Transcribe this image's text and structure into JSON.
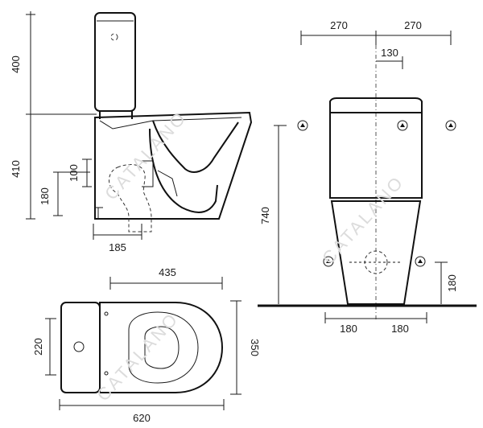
{
  "dimensions": {
    "side_tank_height": "400",
    "side_bowl_height": "410",
    "side_inlet_100": "100",
    "side_outlet_180": "180",
    "side_outlet_185": "185",
    "front_half_left": "270",
    "front_half_right": "270",
    "front_offset": "130",
    "front_total_height": "740",
    "front_outlet_height": "180",
    "front_base_left": "180",
    "front_base_right": "180",
    "top_depth": "435",
    "top_width": "350",
    "top_tank": "220",
    "top_length": "620"
  },
  "watermark": "CATALANO",
  "icons": {
    "fixing_point": "fixing-point-icon"
  },
  "colors": {
    "line": "#1a1a1a",
    "watermark": "#dcdcdc"
  }
}
